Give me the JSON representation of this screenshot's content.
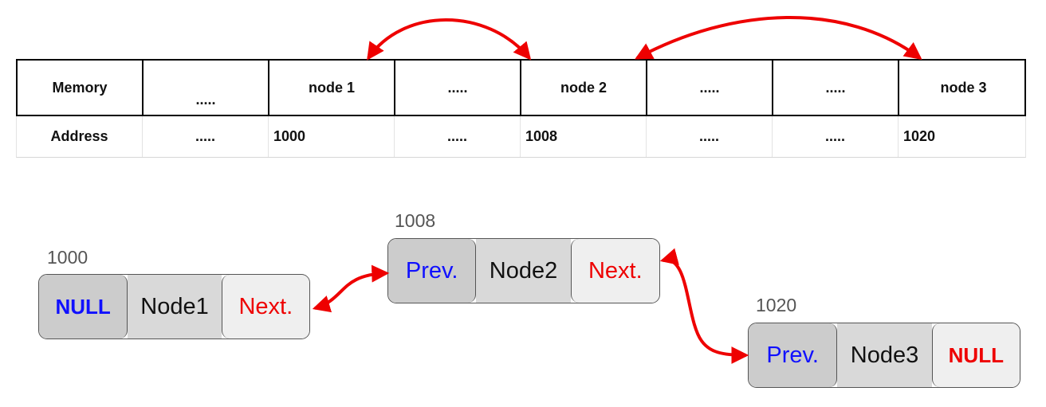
{
  "memory_table": {
    "memory_row": [
      "Memory",
      ".....",
      "node 1",
      ".....",
      "node 2",
      ".....",
      ".....",
      "node 3"
    ],
    "address_row": [
      "Address",
      ".....",
      "1000",
      ".....",
      "1008",
      ".....",
      ".....",
      "1020"
    ]
  },
  "nodes": [
    {
      "address": "1000",
      "prev": "NULL",
      "name": "Node1",
      "next": "Next."
    },
    {
      "address": "1008",
      "prev": "Prev.",
      "name": "Node2",
      "next": "Next."
    },
    {
      "address": "1020",
      "prev": "Prev.",
      "name": "Node3",
      "next": "NULL"
    }
  ],
  "colors": {
    "arrow": "#ee0000",
    "prev_text": "#1010ff",
    "next_text": "#ee0000"
  }
}
